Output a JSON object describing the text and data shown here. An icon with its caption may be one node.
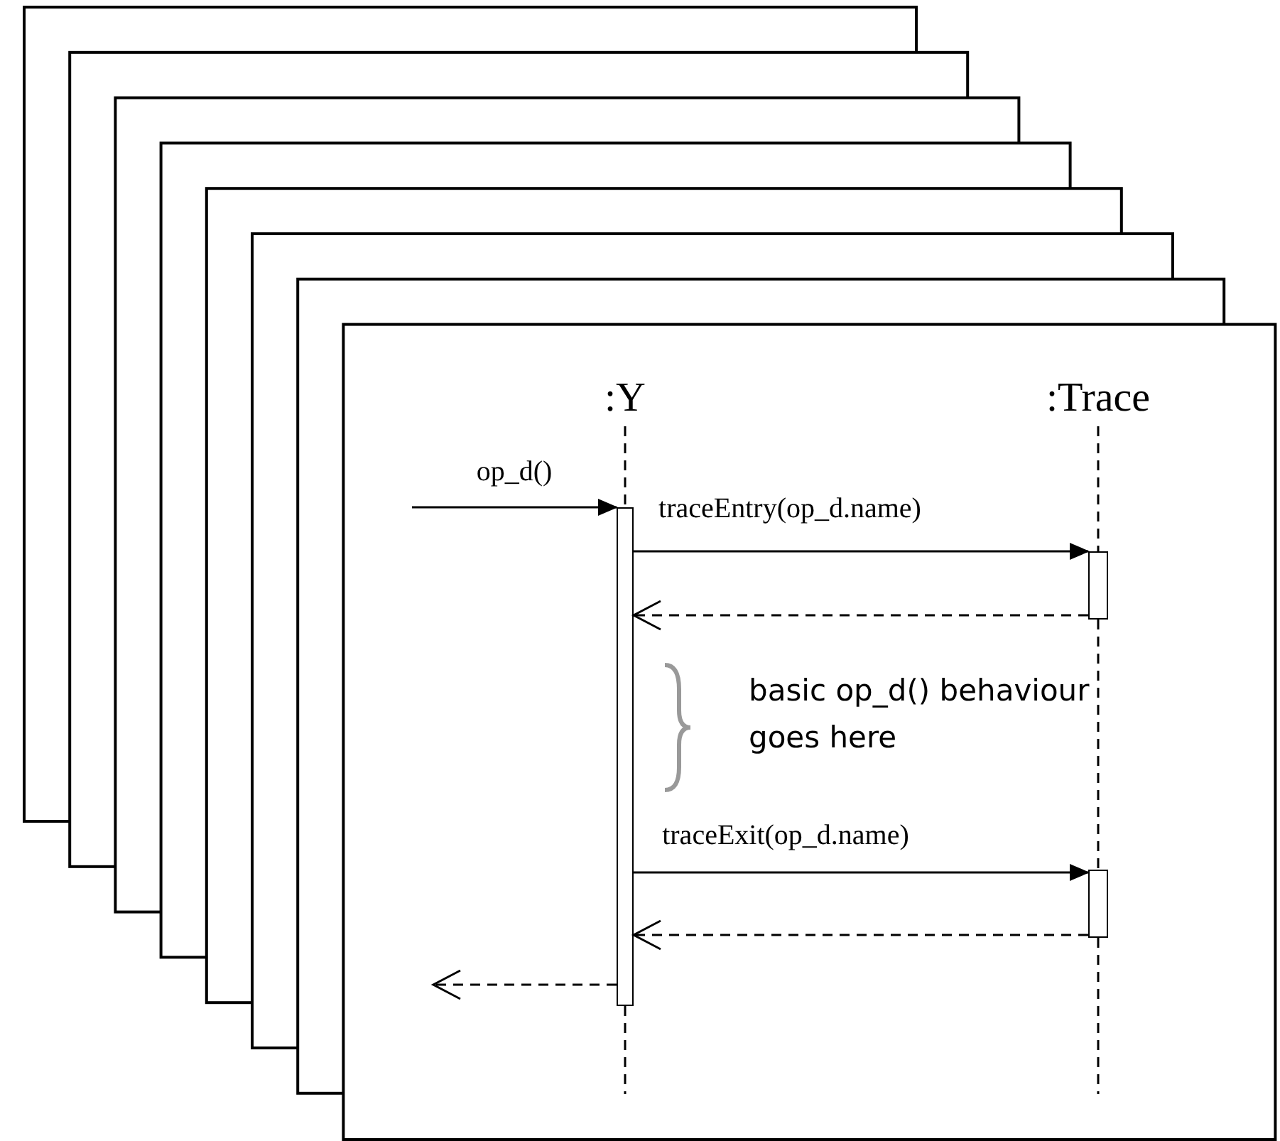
{
  "diagram": {
    "nodes": [
      {
        "text": [
          ":Y"
        ]
      },
      {
        "text": [
          ":Trace"
        ]
      },
      {
        "text": [],
        "shape": "bar"
      },
      {
        "text": [],
        "shape": "bar"
      },
      {
        "text": [],
        "shape": "bar"
      }
    ],
    "edges": [
      {
        "from": 0,
        "to": 2,
        "arrow": "none",
        "style": "dashed"
      },
      {
        "from": 1,
        "to": 3,
        "arrow": "none",
        "style": "dashed"
      },
      {
        "from": 3,
        "to": 4,
        "arrow": "none",
        "style": "dashed"
      },
      {
        "from": null,
        "to": 2,
        "arrow": "to",
        "label": "op_d()"
      },
      {
        "from": 2,
        "to": 3,
        "arrow": "to",
        "label": "traceEntry(op_d.name)"
      },
      {
        "from": 3,
        "to": 2,
        "arrow": "to",
        "style": "dashed"
      },
      {
        "from": 2,
        "to": 4,
        "arrow": "to",
        "label": "traceExit(op_d.name)"
      },
      {
        "from": 4,
        "to": 2,
        "arrow": "to",
        "style": "dashed"
      },
      {
        "from": 2,
        "to": null,
        "arrow": "to",
        "style": "dashed"
      }
    ],
    "labels": [
      "basic op_d() behaviour goes here"
    ]
  }
}
